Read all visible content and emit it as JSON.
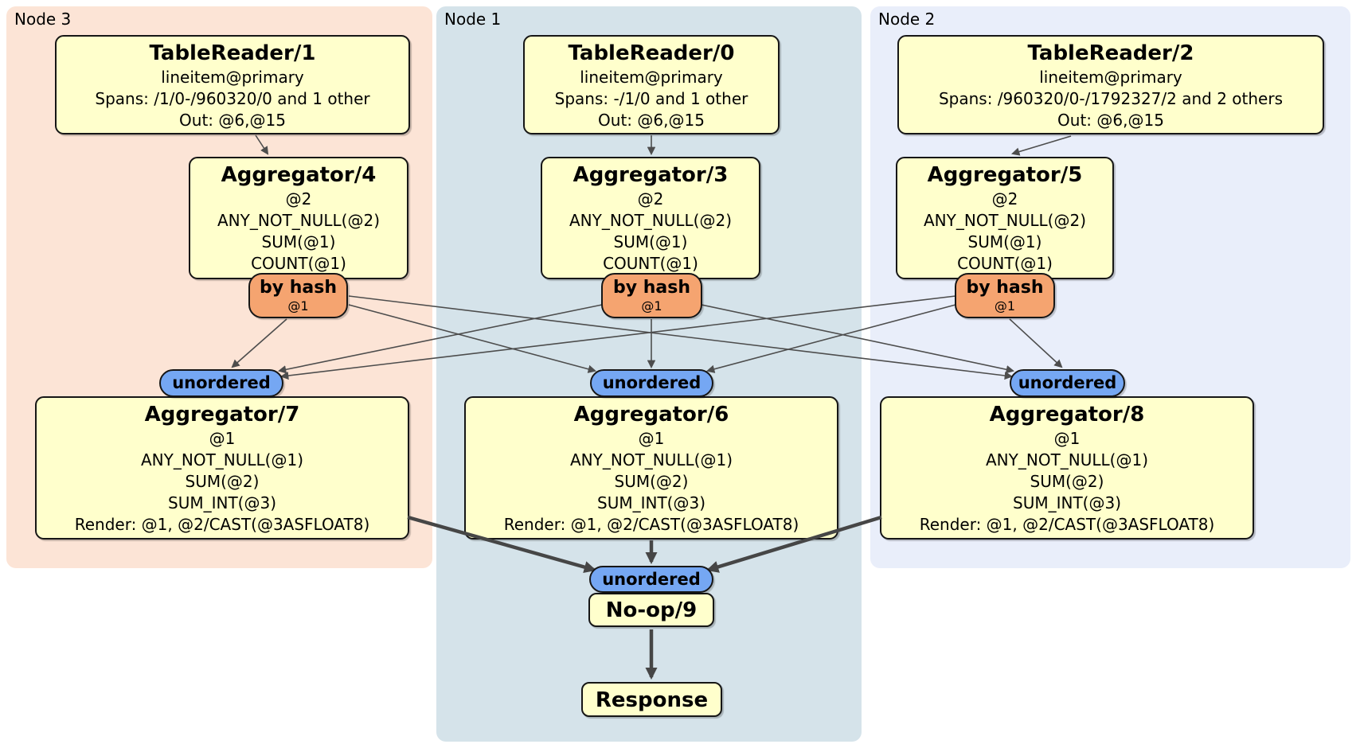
{
  "regions": {
    "node3": {
      "label": "Node 3"
    },
    "node1": {
      "label": "Node 1"
    },
    "node2": {
      "label": "Node 2"
    }
  },
  "processors": {
    "tablereader1": {
      "title": "TableReader/1",
      "lines": [
        "lineitem@primary",
        "Spans: /1/0-/960320/0 and 1 other",
        "Out: @6,@15"
      ]
    },
    "tablereader0": {
      "title": "TableReader/0",
      "lines": [
        "lineitem@primary",
        "Spans: -/1/0 and 1 other",
        "Out: @6,@15"
      ]
    },
    "tablereader2": {
      "title": "TableReader/2",
      "lines": [
        "lineitem@primary",
        "Spans: /960320/0-/1792327/2 and 2 others",
        "Out: @6,@15"
      ]
    },
    "aggregator4": {
      "title": "Aggregator/4",
      "lines": [
        "@2",
        "ANY_NOT_NULL(@2)",
        "SUM(@1)",
        "COUNT(@1)"
      ]
    },
    "aggregator3": {
      "title": "Aggregator/3",
      "lines": [
        "@2",
        "ANY_NOT_NULL(@2)",
        "SUM(@1)",
        "COUNT(@1)"
      ]
    },
    "aggregator5": {
      "title": "Aggregator/5",
      "lines": [
        "@2",
        "ANY_NOT_NULL(@2)",
        "SUM(@1)",
        "COUNT(@1)"
      ]
    },
    "aggregator7": {
      "title": "Aggregator/7",
      "lines": [
        "@1",
        "ANY_NOT_NULL(@1)",
        "SUM(@2)",
        "SUM_INT(@3)",
        "Render: @1, @2/CAST(@3ASFLOAT8)"
      ]
    },
    "aggregator6": {
      "title": "Aggregator/6",
      "lines": [
        "@1",
        "ANY_NOT_NULL(@1)",
        "SUM(@2)",
        "SUM_INT(@3)",
        "Render: @1, @2/CAST(@3ASFLOAT8)"
      ]
    },
    "aggregator8": {
      "title": "Aggregator/8",
      "lines": [
        "@1",
        "ANY_NOT_NULL(@1)",
        "SUM(@2)",
        "SUM_INT(@3)",
        "Render: @1, @2/CAST(@3ASFLOAT8)"
      ]
    },
    "noop": {
      "title": "No-op/9"
    },
    "response": {
      "title": "Response"
    }
  },
  "router": {
    "label": "by hash",
    "detail": "@1"
  },
  "sync": {
    "label": "unordered"
  },
  "colors": {
    "node3_bg": "#fce4d6",
    "node1_bg": "#d5e3ea",
    "node2_bg": "#e9eefa",
    "processor_bg": "#ffffcc",
    "router_bg": "#f5a470",
    "sync_bg": "#75a7f3",
    "edge": "#4d4d4d"
  }
}
